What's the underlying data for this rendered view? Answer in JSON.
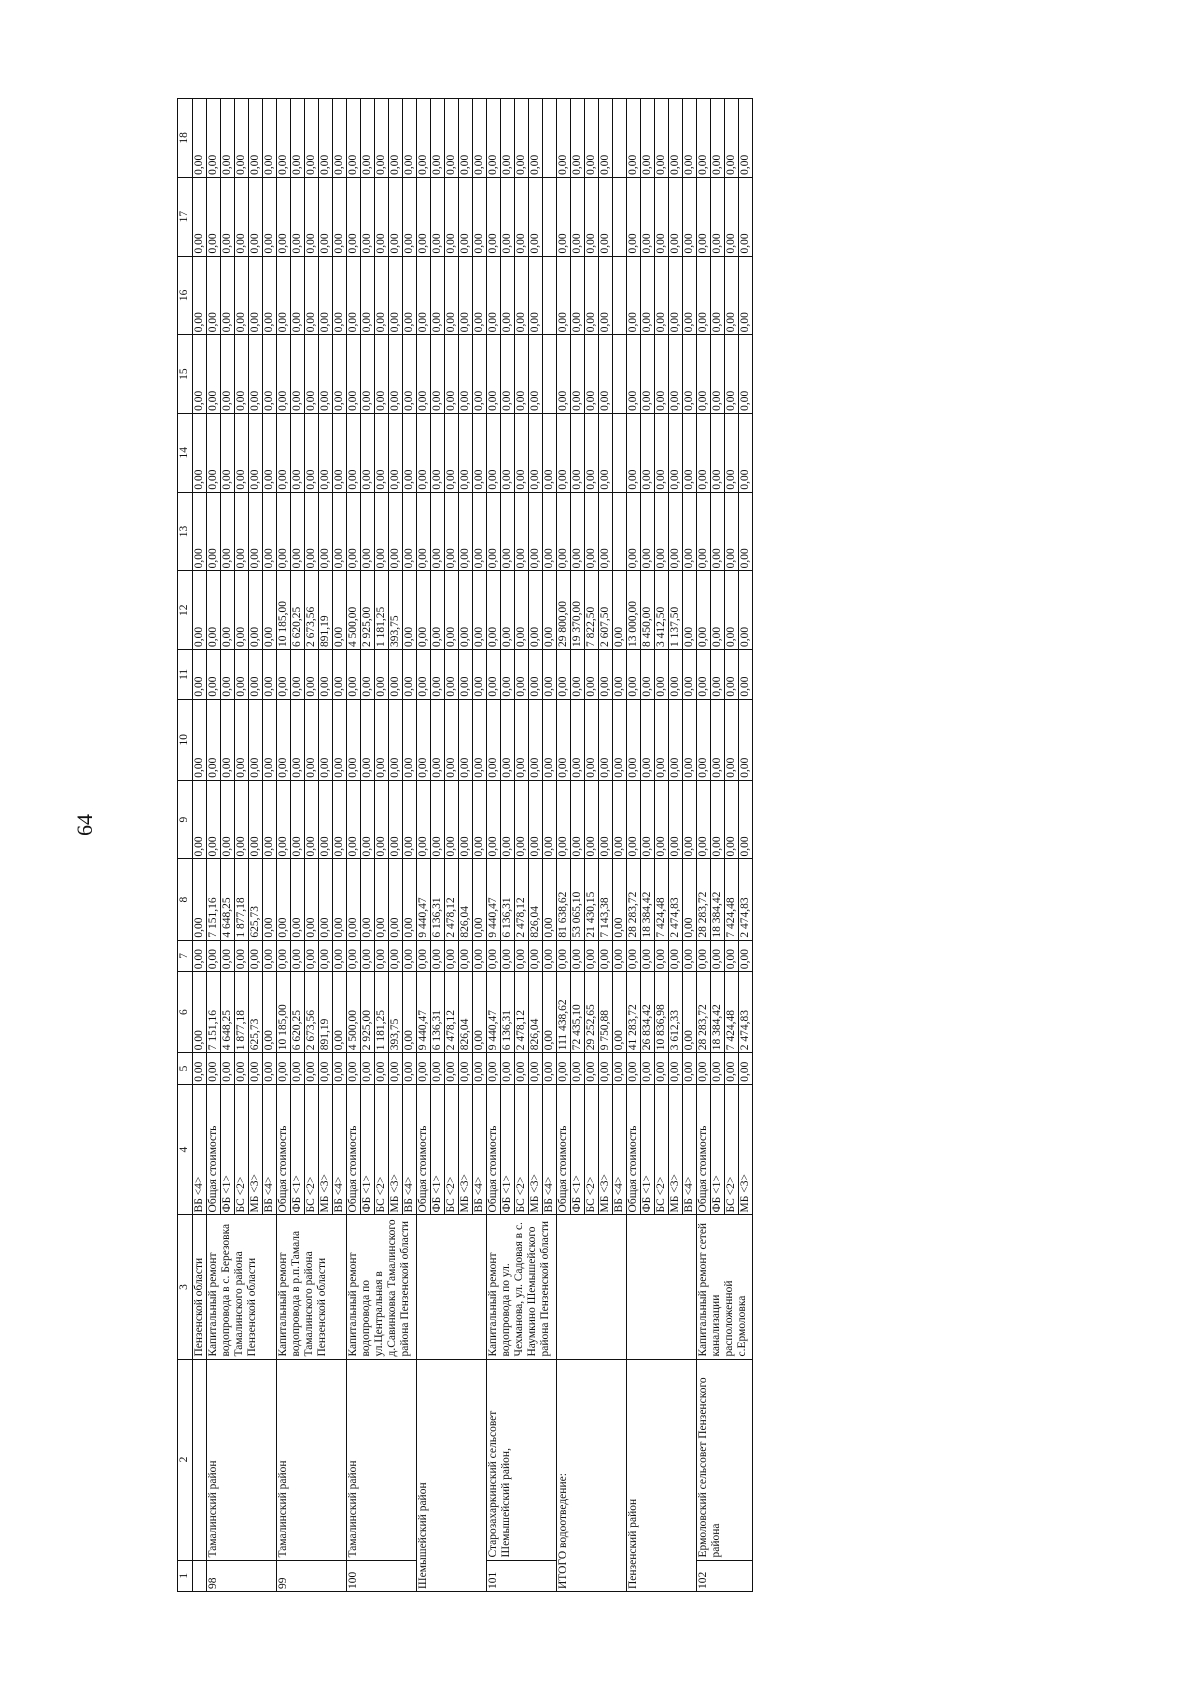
{
  "page_number": "64",
  "columns": [
    "1",
    "2",
    "3",
    "4",
    "5",
    "6",
    "7",
    "8",
    "9",
    "10",
    "11",
    "12",
    "13",
    "14",
    "15",
    "16",
    "17",
    "18"
  ],
  "rows": [
    {
      "c1": "",
      "c2": "",
      "c3": "Пензенской области",
      "lines": [
        [
          "ВБ <4>",
          "0,00",
          "0,00",
          "0,00",
          "0,00",
          "0,00",
          "0,00",
          "0,00",
          "0,00",
          "0,00",
          "0,00",
          "0,00",
          "0,00",
          "0,00",
          "0,00"
        ]
      ]
    },
    {
      "c1": "98",
      "c2": "Тамалинский район",
      "c3": "Капитальный ремонт водопровода в с. Березовка Тамалинского района Пензенской области",
      "lines": [
        [
          "Общая стоимость",
          "0,00",
          "7 151,16",
          "0,00",
          "7 151,16",
          "0,00",
          "0,00",
          "0,00",
          "0,00",
          "0,00",
          "0,00",
          "0,00",
          "0,00",
          "0,00",
          "0,00"
        ],
        [
          "ФБ <1>",
          "0,00",
          "4 648,25",
          "0,00",
          "4 648,25",
          "0,00",
          "0,00",
          "0,00",
          "0,00",
          "0,00",
          "0,00",
          "0,00",
          "0,00",
          "0,00",
          "0,00"
        ],
        [
          "БС <2>",
          "0,00",
          "1 877,18",
          "0,00",
          "1 877,18",
          "0,00",
          "0,00",
          "0,00",
          "0,00",
          "0,00",
          "0,00",
          "0,00",
          "0,00",
          "0,00",
          "0,00"
        ],
        [
          "МБ <3>",
          "0,00",
          "625,73",
          "0,00",
          "625,73",
          "0,00",
          "0,00",
          "0,00",
          "0,00",
          "0,00",
          "0,00",
          "0,00",
          "0,00",
          "0,00",
          "0,00"
        ],
        [
          "ВБ <4>",
          "0,00",
          "0,00",
          "0,00",
          "0,00",
          "0,00",
          "0,00",
          "0,00",
          "0,00",
          "0,00",
          "0,00",
          "0,00",
          "0,00",
          "0,00",
          "0,00"
        ]
      ]
    },
    {
      "c1": "99",
      "c2": "Тамалинский район",
      "c3": "Капитальный ремонт водопровода в р.п.Тамала Тамалинского района Пензенской области",
      "lines": [
        [
          "Общая стоимость",
          "0,00",
          "10 185,00",
          "0,00",
          "0,00",
          "0,00",
          "0,00",
          "0,00",
          "10 185,00",
          "0,00",
          "0,00",
          "0,00",
          "0,00",
          "0,00",
          "0,00"
        ],
        [
          "ФБ <1>",
          "0,00",
          "6 620,25",
          "0,00",
          "0,00",
          "0,00",
          "0,00",
          "0,00",
          "6 620,25",
          "0,00",
          "0,00",
          "0,00",
          "0,00",
          "0,00",
          "0,00"
        ],
        [
          "БС <2>",
          "0,00",
          "2 673,56",
          "0,00",
          "0,00",
          "0,00",
          "0,00",
          "0,00",
          "2 673,56",
          "0,00",
          "0,00",
          "0,00",
          "0,00",
          "0,00",
          "0,00"
        ],
        [
          "МБ <3>",
          "0,00",
          "891,19",
          "0,00",
          "0,00",
          "0,00",
          "0,00",
          "0,00",
          "891,19",
          "0,00",
          "0,00",
          "0,00",
          "0,00",
          "0,00",
          "0,00"
        ],
        [
          "ВБ <4>",
          "0,00",
          "0,00",
          "0,00",
          "0,00",
          "0,00",
          "0,00",
          "0,00",
          "0,00",
          "0,00",
          "0,00",
          "0,00",
          "0,00",
          "0,00",
          "0,00"
        ]
      ]
    },
    {
      "c1": "100",
      "c2": "Тамалинский район",
      "c3": "Капитальный ремонт водопровода по ул.Центральная в д.Савинковка Тамалинского района Пензенской области",
      "lines": [
        [
          "Общая стоимость",
          "0,00",
          "4 500,00",
          "0,00",
          "0,00",
          "0,00",
          "0,00",
          "0,00",
          "4 500,00",
          "0,00",
          "0,00",
          "0,00",
          "0,00",
          "0,00",
          "0,00"
        ],
        [
          "ФБ <1>",
          "0,00",
          "2 925,00",
          "0,00",
          "0,00",
          "0,00",
          "0,00",
          "0,00",
          "2 925,00",
          "0,00",
          "0,00",
          "0,00",
          "0,00",
          "0,00",
          "0,00"
        ],
        [
          "БС <2>",
          "0,00",
          "1 181,25",
          "0,00",
          "0,00",
          "0,00",
          "0,00",
          "0,00",
          "1 181,25",
          "0,00",
          "0,00",
          "0,00",
          "0,00",
          "0,00",
          "0,00"
        ],
        [
          "МБ <3>",
          "0,00",
          "393,75",
          "0,00",
          "0,00",
          "0,00",
          "0,00",
          "0,00",
          "393,75",
          "0,00",
          "0,00",
          "0,00",
          "0,00",
          "0,00",
          "0,00"
        ],
        [
          "ВБ <4>",
          "0,00",
          "0,00",
          "0,00",
          "0,00",
          "0,00",
          "0,00",
          "0,00",
          "0,00",
          "0,00",
          "0,00",
          "0,00",
          "0,00",
          "0,00",
          "0,00"
        ]
      ]
    },
    {
      "c1": "",
      "c2": "Шемышейский район",
      "c3": "",
      "merge12": true,
      "lines": [
        [
          "Общая стоимость",
          "0,00",
          "9 440,47",
          "0,00",
          "9 440,47",
          "0,00",
          "0,00",
          "0,00",
          "0,00",
          "0,00",
          "0,00",
          "0,00",
          "0,00",
          "0,00",
          "0,00"
        ],
        [
          "ФБ <1>",
          "0,00",
          "6 136,31",
          "0,00",
          "6 136,31",
          "0,00",
          "0,00",
          "0,00",
          "0,00",
          "0,00",
          "0,00",
          "0,00",
          "0,00",
          "0,00",
          "0,00"
        ],
        [
          "БС <2>",
          "0,00",
          "2 478,12",
          "0,00",
          "2 478,12",
          "0,00",
          "0,00",
          "0,00",
          "0,00",
          "0,00",
          "0,00",
          "0,00",
          "0,00",
          "0,00",
          "0,00"
        ],
        [
          "МБ <3>",
          "0,00",
          "826,04",
          "0,00",
          "826,04",
          "0,00",
          "0,00",
          "0,00",
          "0,00",
          "0,00",
          "0,00",
          "0,00",
          "0,00",
          "0,00",
          "0,00"
        ],
        [
          "ВБ <4>",
          "0,00",
          "0,00",
          "0,00",
          "0,00",
          "0,00",
          "0,00",
          "0,00",
          "0,00",
          "0,00",
          "0,00",
          "0,00",
          "0,00",
          "0,00",
          "0,00"
        ]
      ]
    },
    {
      "c1": "101",
      "c2": "Старозахаркинский сельсовет Шемышейский район,",
      "c3": "Капитальный ремонт водопровода по ул. Чехманова, ул. Садовая в с. Наумкино Шемышейского района Пензенской области",
      "lines": [
        [
          "Общая стоимость",
          "0,00",
          "9 440,47",
          "0,00",
          "9 440,47",
          "0,00",
          "0,00",
          "0,00",
          "0,00",
          "0,00",
          "0,00",
          "0,00",
          "0,00",
          "0,00",
          "0,00"
        ],
        [
          "ФБ <1>",
          "0,00",
          "6 136,31",
          "0,00",
          "6 136,31",
          "0,00",
          "0,00",
          "0,00",
          "0,00",
          "0,00",
          "0,00",
          "0,00",
          "0,00",
          "0,00",
          "0,00"
        ],
        [
          "БС <2>",
          "0,00",
          "2 478,12",
          "0,00",
          "2 478,12",
          "0,00",
          "0,00",
          "0,00",
          "0,00",
          "0,00",
          "0,00",
          "0,00",
          "0,00",
          "0,00",
          "0,00"
        ],
        [
          "МБ <3>",
          "0,00",
          "826,04",
          "0,00",
          "826,04",
          "0,00",
          "0,00",
          "0,00",
          "0,00",
          "0,00",
          "0,00",
          "0,00",
          "0,00",
          "0,00",
          "0,00"
        ],
        [
          "ВБ <4>",
          "0,00",
          "0,00",
          "0,00",
          "0,00",
          "0,00",
          "0,00",
          "0,00",
          "0,00",
          "0,00",
          "0,00",
          "",
          "",
          "",
          ""
        ]
      ]
    },
    {
      "c1": "",
      "c2": "ИТОГО водоотведение:",
      "c3": "",
      "merge12": true,
      "lines": [
        [
          "Общая стоимость",
          "0,00",
          "111 438,62",
          "0,00",
          "81 638,62",
          "0,00",
          "0,00",
          "0,00",
          "29 800,00",
          "0,00",
          "0,00",
          "0,00",
          "0,00",
          "0,00",
          "0,00"
        ],
        [
          "ФБ <1>",
          "0,00",
          "72 435,10",
          "0,00",
          "53 065,10",
          "0,00",
          "0,00",
          "0,00",
          "19 370,00",
          "0,00",
          "0,00",
          "0,00",
          "0,00",
          "0,00",
          "0,00"
        ],
        [
          "БС <2>",
          "0,00",
          "29 252,65",
          "0,00",
          "21 430,15",
          "0,00",
          "0,00",
          "0,00",
          "7 822,50",
          "0,00",
          "0,00",
          "0,00",
          "0,00",
          "0,00",
          "0,00"
        ],
        [
          "МБ <3>",
          "0,00",
          "9 750,88",
          "0,00",
          "7 143,38",
          "0,00",
          "0,00",
          "0,00",
          "2 607,50",
          "0,00",
          "0,00",
          "0,00",
          "0,00",
          "0,00",
          "0,00"
        ],
        [
          "ВБ <4>",
          "0,00",
          "0,00",
          "0,00",
          "0,00",
          "0,00",
          "0,00",
          "0,00",
          "0,00",
          "",
          "",
          "",
          "",
          "",
          ""
        ]
      ]
    },
    {
      "c1": "",
      "c2": "Пензенский район",
      "c3": "",
      "merge12": true,
      "lines": [
        [
          "Общая стоимость",
          "0,00",
          "41 283,72",
          "0,00",
          "28 283,72",
          "0,00",
          "0,00",
          "0,00",
          "13 000,00",
          "0,00",
          "0,00",
          "0,00",
          "0,00",
          "0,00",
          "0,00"
        ],
        [
          "ФБ <1>",
          "0,00",
          "26 834,42",
          "0,00",
          "18 384,42",
          "0,00",
          "0,00",
          "0,00",
          "8 450,00",
          "0,00",
          "0,00",
          "0,00",
          "0,00",
          "0,00",
          "0,00"
        ],
        [
          "БС <2>",
          "0,00",
          "10 836,98",
          "0,00",
          "7 424,48",
          "0,00",
          "0,00",
          "0,00",
          "3 412,50",
          "0,00",
          "0,00",
          "0,00",
          "0,00",
          "0,00",
          "0,00"
        ],
        [
          "МБ <3>",
          "0,00",
          "3 612,33",
          "0,00",
          "2 474,83",
          "0,00",
          "0,00",
          "0,00",
          "1 137,50",
          "0,00",
          "0,00",
          "0,00",
          "0,00",
          "0,00",
          "0,00"
        ],
        [
          "ВБ <4>",
          "0,00",
          "0,00",
          "0,00",
          "0,00",
          "0,00",
          "0,00",
          "0,00",
          "0,00",
          "0,00",
          "0,00",
          "0,00",
          "0,00",
          "0,00",
          "0,00"
        ]
      ]
    },
    {
      "c1": "102",
      "c2": "Ермоловский сельсовет Пензенского района",
      "c3": "Капитальный ремонт сетей канализации расположенной с.Ермоловка",
      "lines": [
        [
          "Общая стоимость",
          "0,00",
          "28 283,72",
          "0,00",
          "28 283,72",
          "0,00",
          "0,00",
          "0,00",
          "0,00",
          "0,00",
          "0,00",
          "0,00",
          "0,00",
          "0,00",
          "0,00"
        ],
        [
          "ФБ <1>",
          "0,00",
          "18 384,42",
          "0,00",
          "18 384,42",
          "0,00",
          "0,00",
          "0,00",
          "0,00",
          "0,00",
          "0,00",
          "0,00",
          "0,00",
          "0,00",
          "0,00"
        ],
        [
          "БС <2>",
          "0,00",
          "7 424,48",
          "0,00",
          "7 424,48",
          "0,00",
          "0,00",
          "0,00",
          "0,00",
          "0,00",
          "0,00",
          "0,00",
          "0,00",
          "0,00",
          "0,00"
        ],
        [
          "МБ <3>",
          "0,00",
          "2 474,83",
          "0,00",
          "2 474,83",
          "0,00",
          "0,00",
          "0,00",
          "0,00",
          "0,00",
          "0,00",
          "0,00",
          "0,00",
          "0,00",
          "0,00"
        ]
      ]
    }
  ]
}
